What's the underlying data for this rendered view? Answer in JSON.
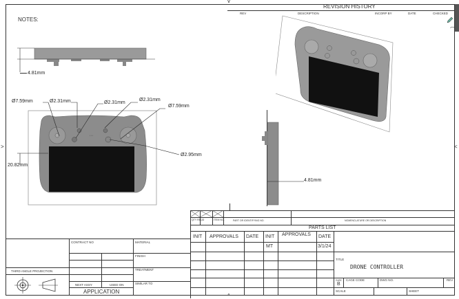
{
  "notes": {
    "label": "NOTES:"
  },
  "revision_history": {
    "title": "REVISION HISTORY",
    "columns": [
      "REV",
      "DESCRIPTION",
      "INCORP BY",
      "DATE",
      "CHECKED"
    ]
  },
  "dimensions": {
    "top_view_height": "4.81mm",
    "side_view_depth": "4.81mm",
    "left_joystick": "Ø7.59mm",
    "button_1": "Ø2.31mm",
    "button_2": "Ø2.31mm",
    "button_3": "Ø2.31mm",
    "right_joystick": "Ø7.59mm",
    "center_button": "Ø2.95mm",
    "screen_height": "20.82mm"
  },
  "parts_list": {
    "title": "PARTS LIST",
    "header_small": [
      "QTY REQD",
      "ITEM NO.",
      "PART OR IDENTIFYING NO.",
      "NOMENCLATURE OR DESCRIPTION"
    ],
    "approvals_headers": [
      "INIT",
      "APPROVALS",
      "DATE",
      "INIT",
      "APPROVALS",
      "DATE"
    ],
    "approvals_row": {
      "init": "MT",
      "date": "3/1/24"
    }
  },
  "title_block": {
    "title_label": "TITLE",
    "title_value": "DRONE CONTROLLER",
    "size_label": "SIZE",
    "size_value": "B",
    "cage_code_label": "CAGE CODE",
    "dwg_no_label": "DWG NO.",
    "rev_label": "REV",
    "scale_label": "SCALE",
    "sheet_label": "SHEET"
  },
  "left_block": {
    "contract_no": "CONTRACT NO",
    "material": "MATERIAL",
    "finish": "FINISH",
    "treatment": "TREATMENT",
    "similar_to": "SIMILAR TO",
    "next_assy": "NEXT ASSY",
    "used_on": "USED ON",
    "application": "APPLICATION",
    "projection": "THIRD ANGLE PROJECTION"
  },
  "colors": {
    "body_gray": "#8c8c8c",
    "body_dark": "#6e6e6e",
    "screen": "#111111",
    "line": "#333333"
  }
}
